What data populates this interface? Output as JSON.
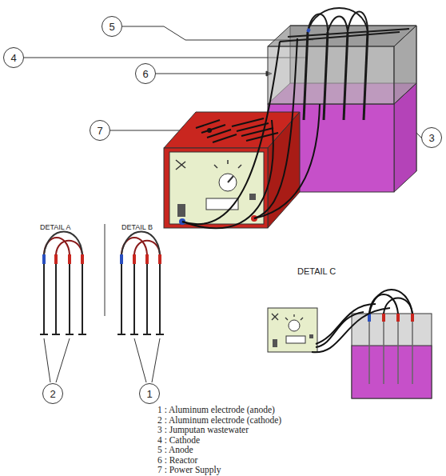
{
  "diagram": {
    "nodes": [
      {
        "text": [
          "5"
        ]
      },
      {
        "text": [
          "4"
        ]
      },
      {
        "text": [
          "6"
        ]
      },
      {
        "text": [
          "7"
        ]
      },
      {
        "text": [
          "3"
        ]
      },
      {
        "text": [
          "2"
        ]
      },
      {
        "text": [
          "1"
        ]
      }
    ],
    "labels": [
      "DETAIL A",
      "DETAIL B",
      "DETAIL C",
      "1 : Aluminum electrode (anode)",
      "2 : Aluminum electrode (cathode)",
      "3 : Jumputan wastewater",
      "4 : Cathode",
      "5 : Anode",
      "6 : Reactor",
      "7 : Power Supply"
    ]
  }
}
